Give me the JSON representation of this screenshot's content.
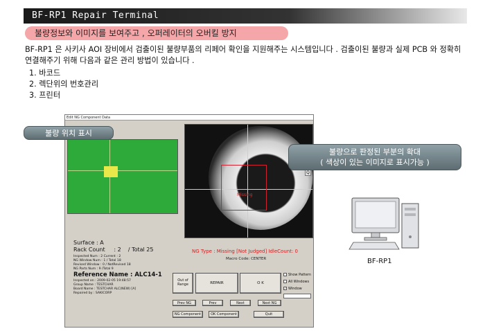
{
  "header": {
    "title": "BF-RP1   Repair Terminal"
  },
  "banner": "불량정보와 이미지를 보여주고 , 오퍼레이터의 오버킬 방지",
  "description": "BF-RP1 은 사키사 AOI 장비에서 검출이된 불량부품의 리페어 확인을 지원해주는 시스템입니다 . 검출이된 불량과 실제 PCB 와 정확히 연결해주기 위해 다음과 같은 관리 방법이 있습니다 .",
  "list": [
    "1. 바코드",
    "2. 렉단위의 번호관리",
    "3. 프린터"
  ],
  "app": {
    "window_title": "Edit NG Component Data",
    "missing_label": "Missing",
    "surface": "Surface : A",
    "rack_count": "Rack Count     : 2    / Total 25",
    "inspected_num": "Inspected Num : 2  Current : 2",
    "ng_window_num": "NG Window Num : 1    / Total 18",
    "revised_window": "Revised Window : 0    / NotRevised 18",
    "ng_parts_num": "NG Parts Num : 9  /Total 9",
    "reference_name": "Reference Name : ALC14-1",
    "inspected_on": "Inspected on     : 2009-02-05 19:48:57",
    "group_name": "Group Name      : TESTCHAR",
    "board_name": "Board Name       : TESTCHAR ALC(NEW) [A]",
    "repaired_by": "Repaired by       : SAKICORP",
    "ng_type": "NG Type : Missing  [Not Judged]  IdleCount: 0",
    "macro_code": "Macro Code:  CENTER",
    "buttons": {
      "out_of_range": "Out of Range",
      "repair": "REPAIR",
      "ok": "O K",
      "prev_ng": "Prev NG",
      "prev": "Prev",
      "next": "Next",
      "next_ng": "Next NG",
      "ng_component": "NG Component",
      "ok_component": "OK Component",
      "quit": "Quit"
    },
    "checks": [
      {
        "label": "Show Pattern",
        "checked": false
      },
      {
        "label": "All Windows",
        "checked": false
      },
      {
        "label": "Window",
        "checked": true
      }
    ],
    "side_buttons": [
      "+",
      "-",
      "Q"
    ]
  },
  "callout_left": "불량 위치 표시",
  "callout_right_line1": "불량으로 판정된 부분의 확대",
  "callout_right_line2": "( 색상이 있는 이미지로 표시가능 )",
  "pc_label": "BF-RP1",
  "colors": {
    "banner": "#f4a6a8",
    "green_view": "#2eaa3a",
    "defect_marker": "#e8e84a",
    "ng_text": "#d02020"
  }
}
